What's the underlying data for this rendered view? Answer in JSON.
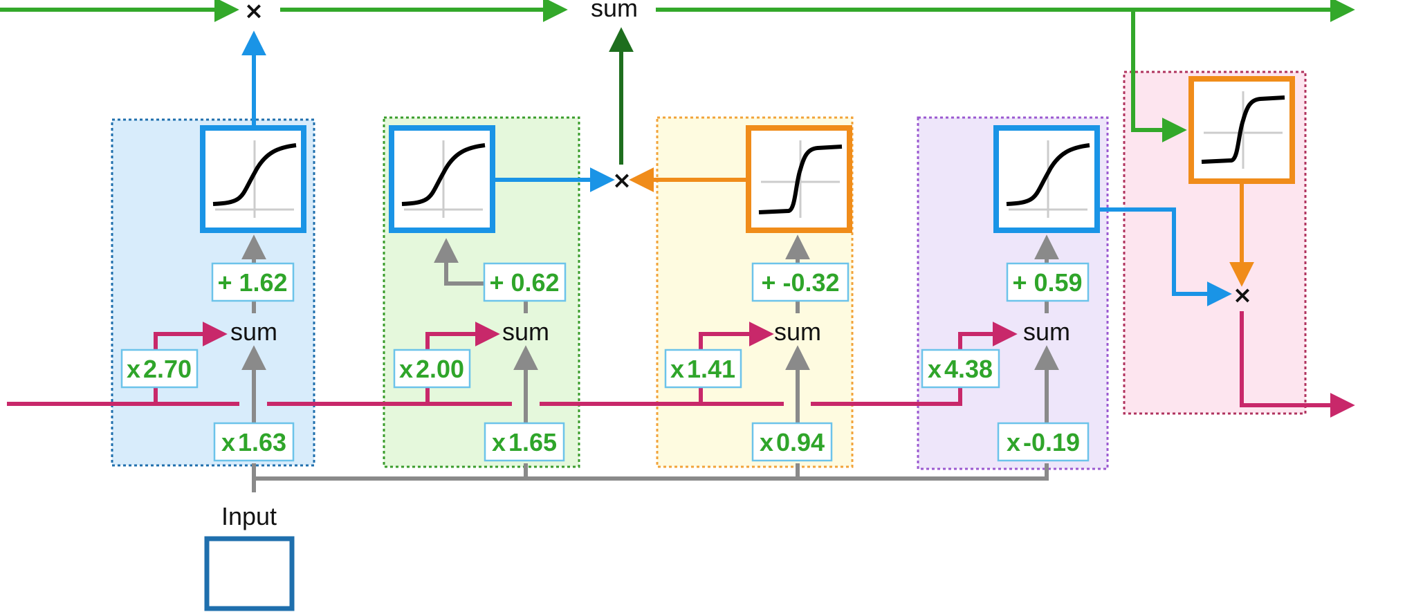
{
  "colors": {
    "long_term": "#33a82a",
    "short_term": "#c8286a",
    "input_line": "#8a8a8a",
    "sigmoid": "#1a94e6",
    "tanh": "#f08c1a",
    "dark_green": "#1e6e1e",
    "value_text": "#2fa52a",
    "value_box_border": "#6cc3ea",
    "stage_forget_bg": "#d8ecfb",
    "stage_forget_border": "#1f6fad",
    "stage_input_bg": "#e5f8dc",
    "stage_input_border": "#3a9c2c",
    "stage_candidate_bg": "#fefbe0",
    "stage_candidate_border": "#f2a33a",
    "stage_output_bg": "#eee6fa",
    "stage_output_border": "#9b59d0",
    "stage_final_bg": "#fde5ef",
    "stage_final_border": "#b0335e"
  },
  "top": {
    "multiply_symbol": "×",
    "sum_label": "sum"
  },
  "stages": [
    {
      "id": "forget",
      "sum_label": "sum",
      "bias_op": "+",
      "bias": "1.62",
      "short_op": "x",
      "short_weight": "2.70",
      "input_op": "x",
      "input_weight": "1.63",
      "activation": "sigmoid"
    },
    {
      "id": "input-gate",
      "sum_label": "sum",
      "bias_op": "+",
      "bias": "0.62",
      "short_op": "x",
      "short_weight": "2.00",
      "input_op": "x",
      "input_weight": "1.65",
      "activation": "sigmoid"
    },
    {
      "id": "candidate",
      "sum_label": "sum",
      "bias_op": "+",
      "bias": "-0.32",
      "short_op": "x",
      "short_weight": "1.41",
      "input_op": "x",
      "input_weight": "0.94",
      "activation": "tanh"
    },
    {
      "id": "output-gate",
      "sum_label": "sum",
      "bias_op": "+",
      "bias": "0.59",
      "short_op": "x",
      "short_weight": "4.38",
      "input_op": "x",
      "input_weight": "-0.19",
      "activation": "sigmoid"
    }
  ],
  "middle_multiply_symbol": "×",
  "final_multiply_symbol": "×",
  "input": {
    "label": "Input"
  },
  "icons": {
    "sigmoid": "sigmoid-curve-icon",
    "tanh": "tanh-curve-icon"
  }
}
